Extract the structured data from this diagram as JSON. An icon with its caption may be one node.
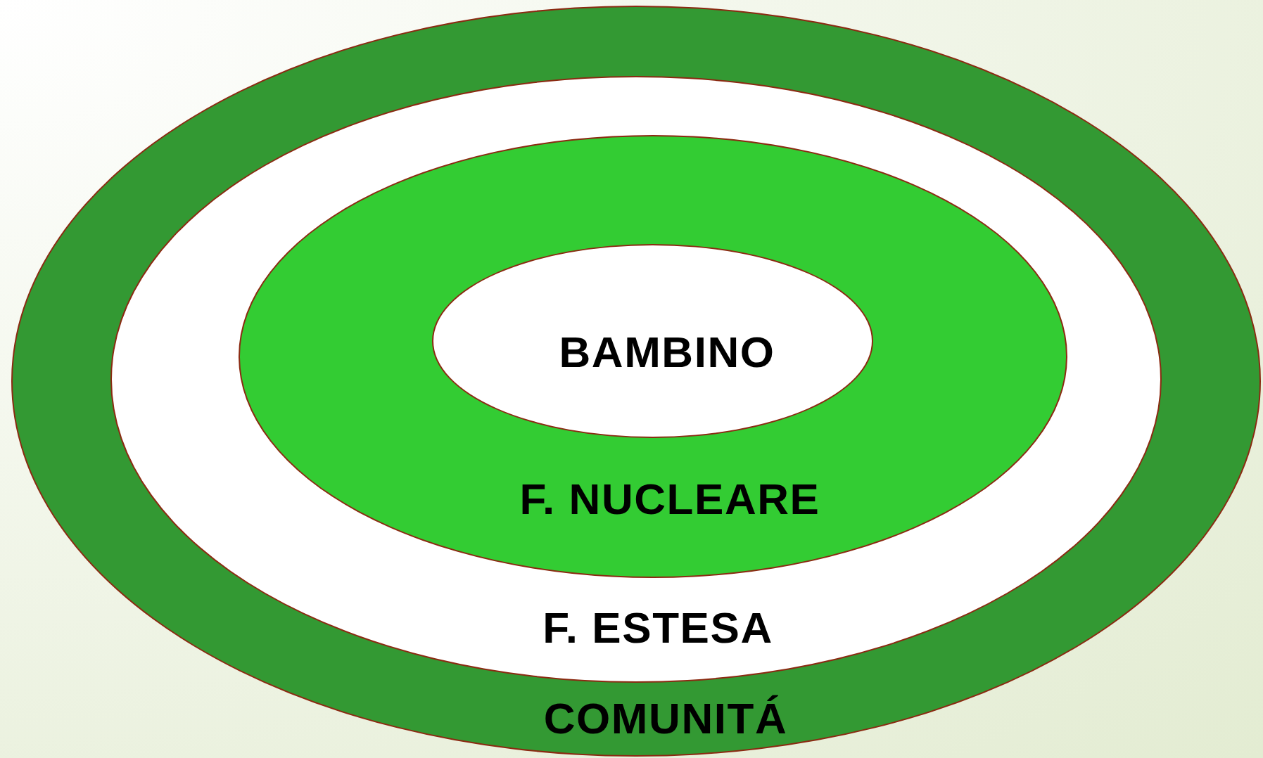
{
  "diagram": {
    "nodes": [
      {
        "text": [
          "COMUNITÁ"
        ]
      },
      {
        "text": [
          "F. ESTESA"
        ],
        "in": 0
      },
      {
        "text": [
          "F. NUCLEARE"
        ],
        "in": 1
      },
      {
        "text": [
          "BAMBINO"
        ],
        "in": 2
      }
    ]
  }
}
